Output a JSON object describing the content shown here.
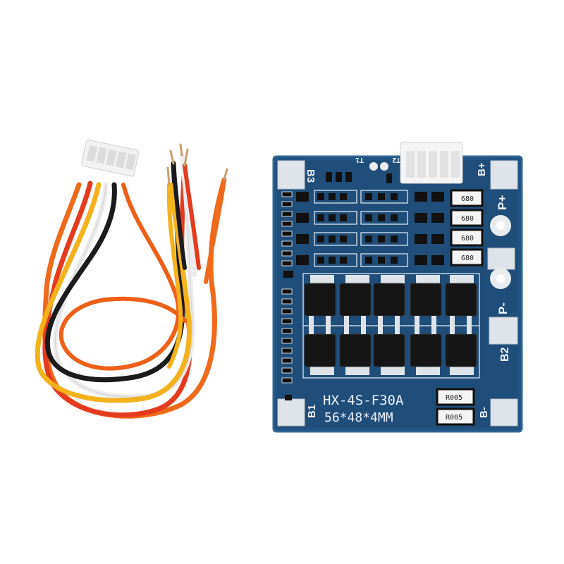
{
  "photo": {
    "subject": "BMS protection board with balance wire harness",
    "colors": {
      "background": "#ffffff",
      "pcb": "#1f4e7a",
      "pcb_edge": "#2e6596",
      "silkscreen": "#e9f1fb",
      "pad": "#dfe4ea",
      "mosfet": "#151515",
      "connector": "#f2f2f2",
      "wire_red": "#e43b1f",
      "wire_orange": "#ef6a1a",
      "wire_yellow": "#f4b21c",
      "wire_black": "#1b1b1b",
      "wire_white": "#ececec"
    }
  },
  "board": {
    "model": "HX-4S-F30A",
    "size": "56*48*4MM",
    "pads": {
      "b3": "B3",
      "b1": "B1",
      "b2": "B2",
      "b_plus": "B+",
      "b_minus": "B-",
      "p_plus": "P+",
      "p_minus": "P-"
    },
    "thermistors": {
      "t1": "T1",
      "t2": "T2"
    },
    "resistor_codes": [
      "680",
      "680",
      "680",
      "680"
    ],
    "shunt_codes": [
      "R005",
      "R005"
    ]
  }
}
